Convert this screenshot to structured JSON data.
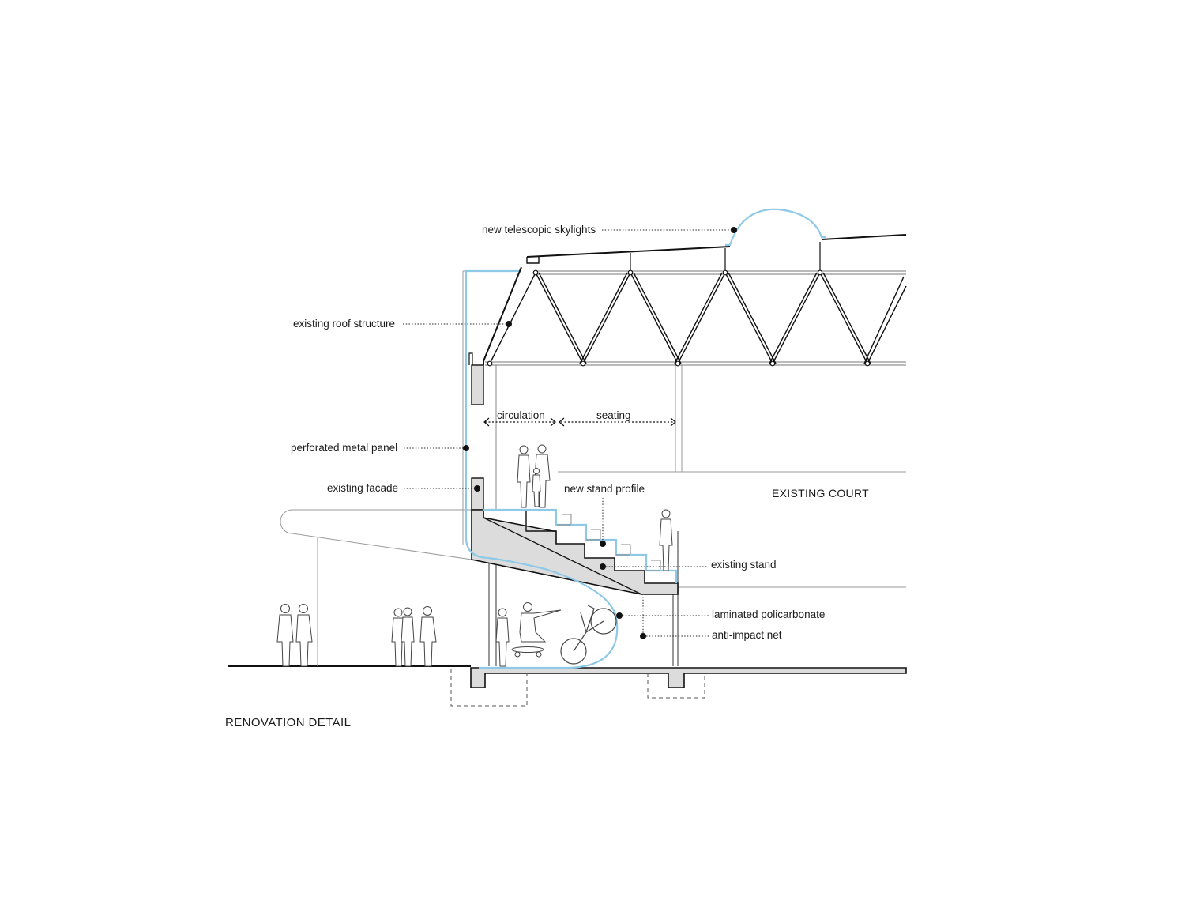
{
  "diagram": {
    "title": "RENOVATION DETAIL",
    "labels": {
      "telescopic_skylights": "new telescopic skylights",
      "roof_structure": "existing roof structure",
      "perforated_panel": "perforated metal panel",
      "existing_facade": "existing facade",
      "new_stand_profile": "new stand profile",
      "existing_court": "EXISTING COURT",
      "existing_stand": "existing stand",
      "laminated_policarbonate": "laminated policarbonate",
      "anti_impact_net": "anti-impact net",
      "circulation": "circulation",
      "seating": "seating"
    },
    "colors": {
      "line": "#111111",
      "accent_blue": "#8ec9e8",
      "concrete_fill": "#dcdcdc",
      "light_line": "#9a9a9a"
    }
  }
}
